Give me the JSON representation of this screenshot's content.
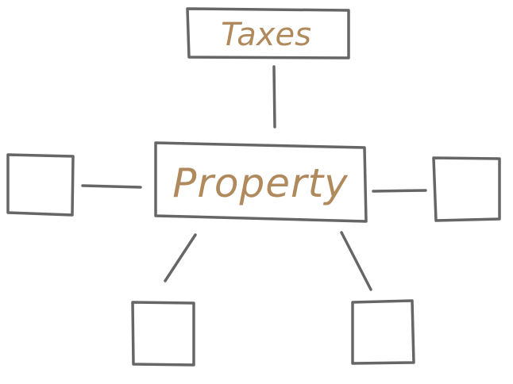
{
  "diagram": {
    "central_node": {
      "label": "Property"
    },
    "top_node": {
      "label": "Taxes"
    },
    "empty_nodes": [
      "left",
      "right",
      "bottom-left",
      "bottom-right"
    ]
  },
  "colors": {
    "stroke": "#666666",
    "label_text": "#b08a5c",
    "background": "#ffffff"
  }
}
